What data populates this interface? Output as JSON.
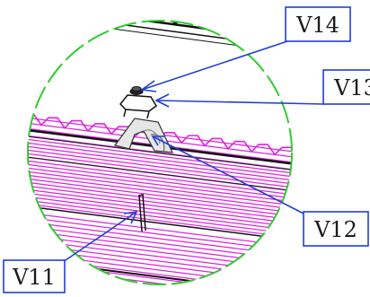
{
  "colors": {
    "background": "#ffffff",
    "circle_outline": "#2ecc2e",
    "roof_tile": "#e020e0",
    "structure_line": "#111111",
    "callout_line": "#1f3fd6",
    "label_border": "#1f3fd6",
    "label_text": "#1a1a1a"
  },
  "detail_view": {
    "callouts": [
      {
        "id": "V14",
        "label": "V14",
        "points_to": "roof-hook-nut"
      },
      {
        "id": "V13",
        "label": "V13",
        "points_to": "roof-hook-clamp"
      },
      {
        "id": "V12",
        "label": "V12",
        "points_to": "roof-hook-base"
      },
      {
        "id": "V11",
        "label": "V11",
        "points_to": "rafter-screw"
      }
    ]
  }
}
